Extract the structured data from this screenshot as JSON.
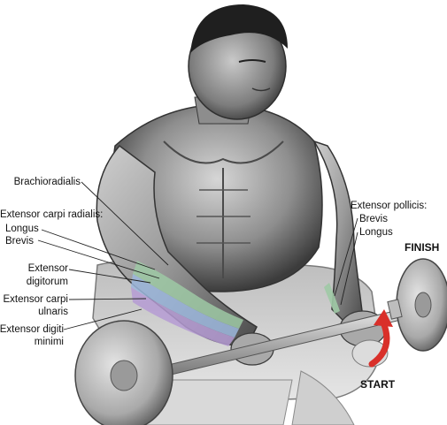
{
  "colors": {
    "background": "#ffffff",
    "skin_dark": "#3a3a3a",
    "skin_mid": "#8a8a8a",
    "skin_light": "#cfcfcf",
    "muscle_green": "#9ec9a5",
    "muscle_blue": "#9cb7dd",
    "muscle_purple": "#b59bd3",
    "arrow_red": "#d9302a",
    "bar_metal": "#c8c8c8"
  },
  "labels": {
    "brachioradialis": "Brachioradialis",
    "extensor_carpi_radialis": "Extensor carpi radialis:",
    "longus_left": "Longus",
    "brevis_left": "Brevis",
    "extensor_digitorum_1": "Extensor",
    "extensor_digitorum_2": "digitorum",
    "extensor_carpi_ulnaris_1": "Extensor carpi",
    "extensor_carpi_ulnaris_2": "ulnaris",
    "extensor_digiti_minimi_1": "Extensor digiti",
    "extensor_digiti_minimi_2": "minimi",
    "extensor_pollicis": "Extensor pollicis:",
    "brevis_right": "Brevis",
    "longus_right": "Longus",
    "finish": "FINISH",
    "start": "START"
  },
  "icons": {
    "figure": "seated-man-wrist-curl-illustration",
    "arrow": "curved-up-arrow-icon",
    "barbell": "barbell-icon"
  }
}
